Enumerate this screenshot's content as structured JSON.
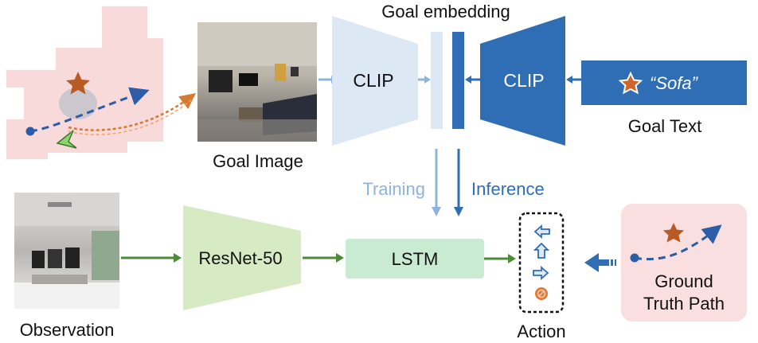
{
  "title": "Goal embedding",
  "goal_image_label": "Goal Image",
  "goal_text_label": "Goal Text",
  "goal_text_value": "“Sofa”",
  "clip_left_label": "CLIP",
  "clip_right_label": "CLIP",
  "training_label": "Training",
  "inference_label": "Inference",
  "observation_label": "Observation",
  "resnet_label": "ResNet-50",
  "lstm_label": "LSTM",
  "action_label": "Action",
  "ground_truth_label_line1": "Ground",
  "ground_truth_label_line2": "Truth Path",
  "actions": [
    "move-left",
    "move-forward",
    "move-right",
    "stop"
  ],
  "colors": {
    "clip_light": "#dce8f4",
    "clip_dark": "#2f6db5",
    "training_text": "#8db4de",
    "inference_text": "#2f6db5",
    "resnet_fill": "#d6ebc4",
    "lstm_fill": "#c9ebd2",
    "green_arrow": "#4e8a3a",
    "map_fill": "#f9dada",
    "gt_panel_fill": "#f9dfe0",
    "star": "#b85a24",
    "dashed_path": "#2b5da8",
    "orange_path": "#d77a30"
  }
}
